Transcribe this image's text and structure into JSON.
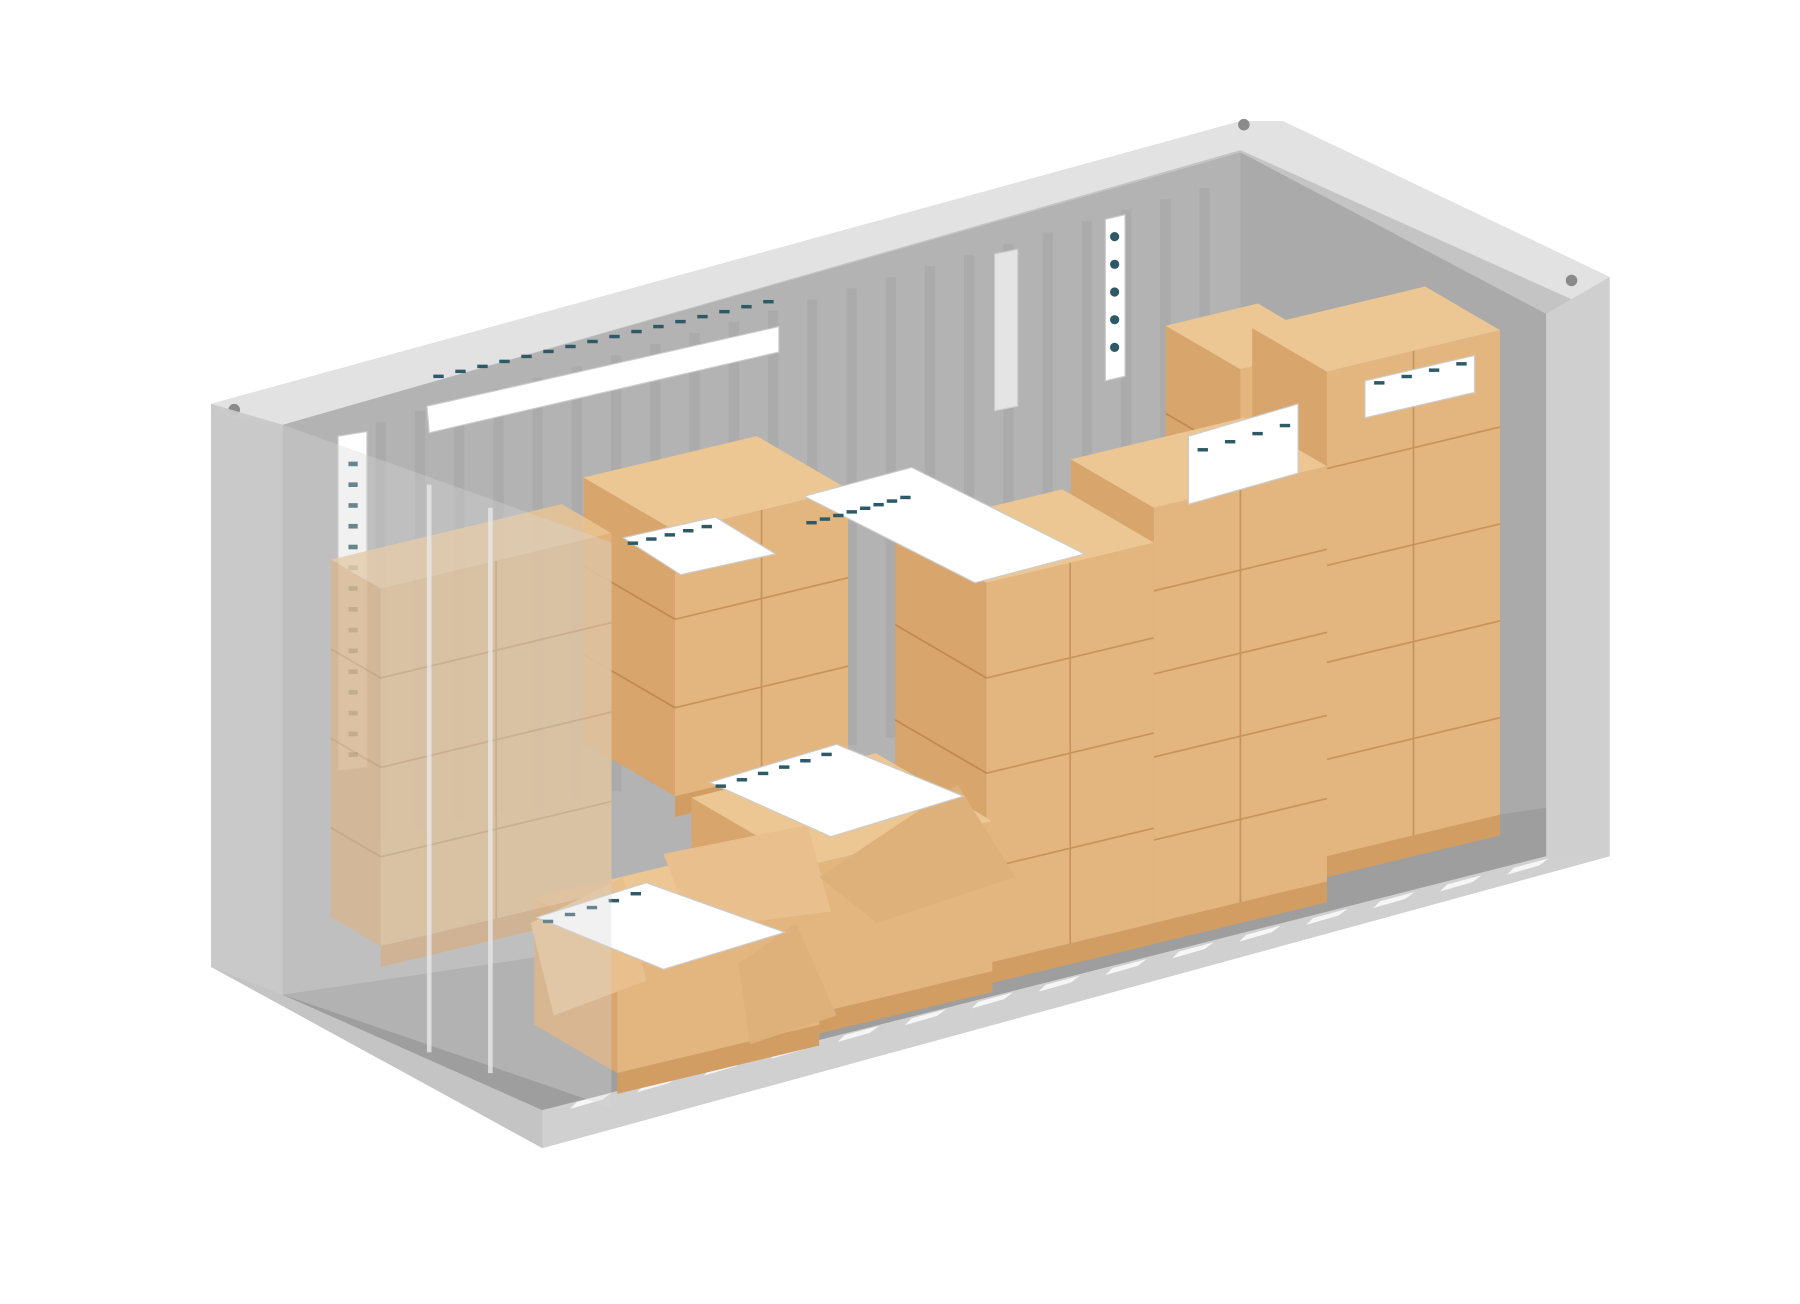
{
  "illustration": {
    "subject": "shipping-container-with-desiccant",
    "colors": {
      "background": "#ffffff",
      "container_shell": "#c4c4c4",
      "container_roof": "#e2e2e2",
      "container_interior": "#b3b3b3",
      "container_rib": "#a6a6a6",
      "box_front": "#e3b680",
      "box_side": "#d8a56c",
      "box_top": "#ecc693",
      "desiccant_label": "#ffffff",
      "desiccant_mark": "#2d5a66"
    },
    "elements": [
      "container-shell",
      "cargo-pallet-stacks",
      "desiccant-strip-icon",
      "desiccant-sheet-icon",
      "open-carton"
    ]
  }
}
